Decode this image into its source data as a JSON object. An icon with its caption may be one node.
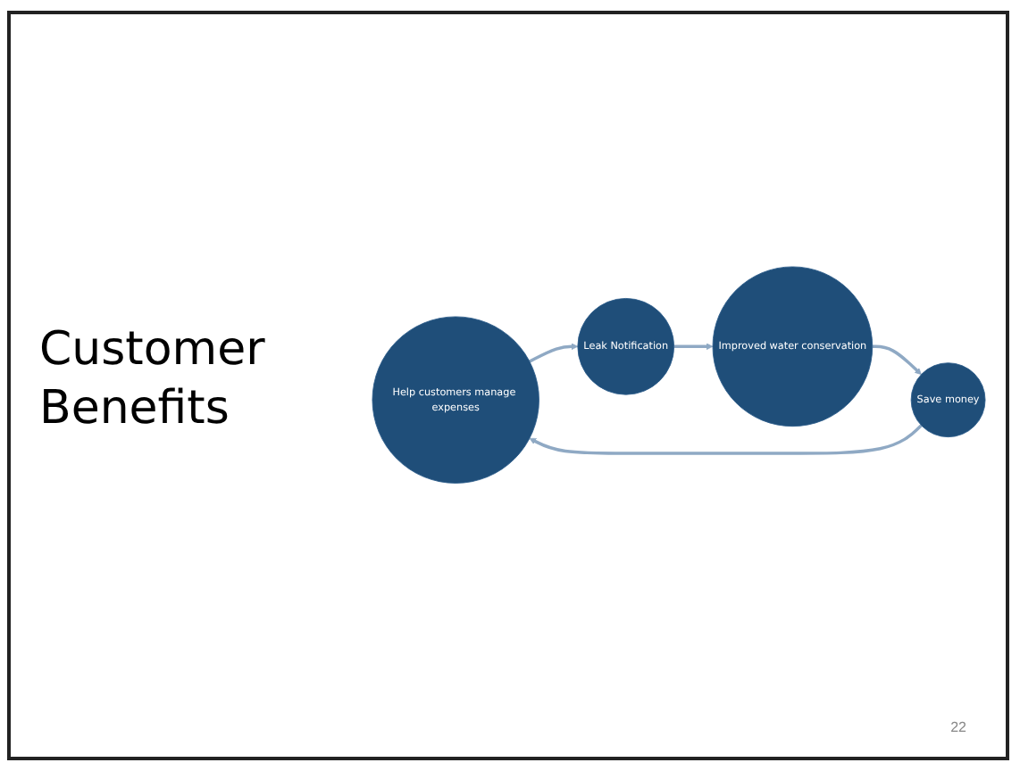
{
  "diagram": {
    "title": "Customer Benefits",
    "nodes": [
      {
        "text": [
          "Help customers manage expenses"
        ]
      },
      {
        "text": [
          "Leak Notification"
        ]
      },
      {
        "text": [
          "Improved water conservation"
        ]
      },
      {
        "text": [
          "Save money"
        ]
      }
    ],
    "edges": [
      {
        "from": 0,
        "to": 1,
        "arrow": "to"
      },
      {
        "from": 1,
        "to": 2,
        "arrow": "to"
      },
      {
        "from": 2,
        "to": 3,
        "arrow": "to"
      },
      {
        "from": 3,
        "to": 0,
        "arrow": "to"
      }
    ],
    "labels": [
      "22"
    ]
  }
}
